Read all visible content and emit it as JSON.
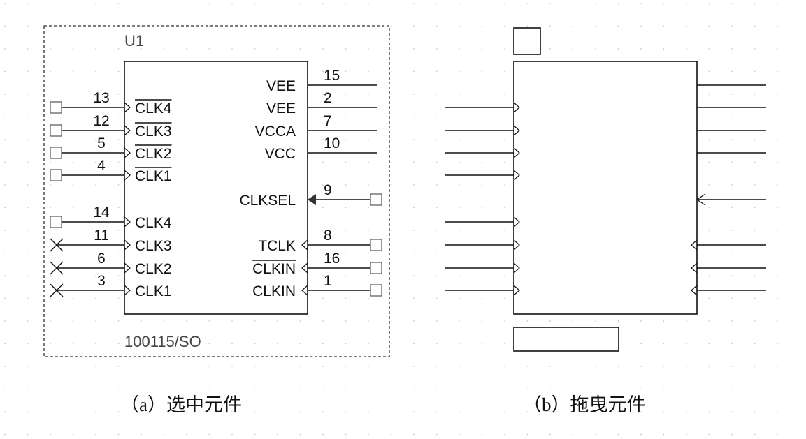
{
  "part_a": {
    "designator": "U1",
    "part_name": "100115/SO",
    "left_pins": [
      {
        "number": "13",
        "name": "CLK4",
        "overbar": true,
        "end": "box"
      },
      {
        "number": "12",
        "name": "CLK3",
        "overbar": true,
        "end": "box"
      },
      {
        "number": "5",
        "name": "CLK2",
        "overbar": true,
        "end": "box"
      },
      {
        "number": "4",
        "name": "CLK1",
        "overbar": true,
        "end": "box"
      },
      {
        "number": "14",
        "name": "CLK4",
        "overbar": false,
        "end": "box"
      },
      {
        "number": "11",
        "name": "CLK3",
        "overbar": false,
        "end": "cross"
      },
      {
        "number": "6",
        "name": "CLK2",
        "overbar": false,
        "end": "cross"
      },
      {
        "number": "3",
        "name": "CLK1",
        "overbar": false,
        "end": "cross"
      }
    ],
    "right_pins": [
      {
        "number": "15",
        "name": "VEE",
        "overbar": false,
        "marker": "none",
        "end": "none"
      },
      {
        "number": "2",
        "name": "VEE",
        "overbar": false,
        "marker": "none",
        "end": "none"
      },
      {
        "number": "7",
        "name": "VCCA",
        "overbar": false,
        "marker": "none",
        "end": "none"
      },
      {
        "number": "10",
        "name": "VCC",
        "overbar": false,
        "marker": "none",
        "end": "none"
      },
      {
        "number": "9",
        "name": "CLKSEL",
        "overbar": false,
        "marker": "filled",
        "end": "box"
      },
      {
        "number": "8",
        "name": "TCLK",
        "overbar": false,
        "marker": "open",
        "end": "box"
      },
      {
        "number": "16",
        "name": "CLKIN",
        "overbar": true,
        "marker": "open",
        "end": "box"
      },
      {
        "number": "1",
        "name": "CLKIN",
        "overbar": false,
        "marker": "open",
        "end": "box"
      }
    ]
  },
  "captions": {
    "a": "（a）选中元件",
    "b": "（b）拖曳元件"
  }
}
